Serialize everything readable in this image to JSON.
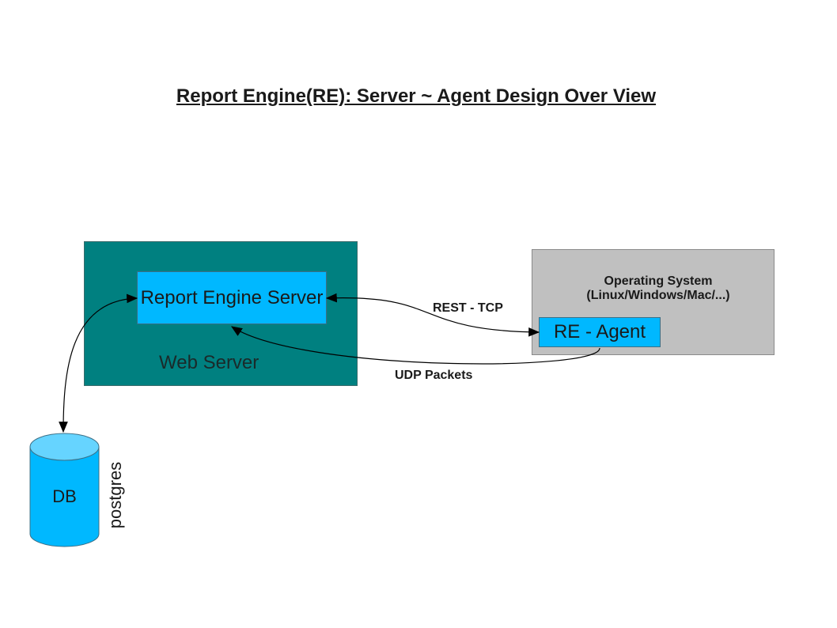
{
  "title": "Report Engine(RE): Server ~ Agent Design Over View",
  "nodes": {
    "web_server": "Web Server",
    "report_engine_server": "Report Engine Server",
    "operating_system_line1": "Operating System",
    "operating_system_line2": "(Linux/Windows/Mac/...)",
    "re_agent": "RE - Agent",
    "db": "DB",
    "postgres": "postgres"
  },
  "edges": {
    "rest": "REST - TCP",
    "udp": "UDP Packets"
  },
  "colors": {
    "web_server_fill": "#008080",
    "component_fill": "#00b8ff",
    "os_fill": "#c0c0c0",
    "db_fill": "#00b8ff",
    "db_top_fill": "#66d4ff"
  }
}
